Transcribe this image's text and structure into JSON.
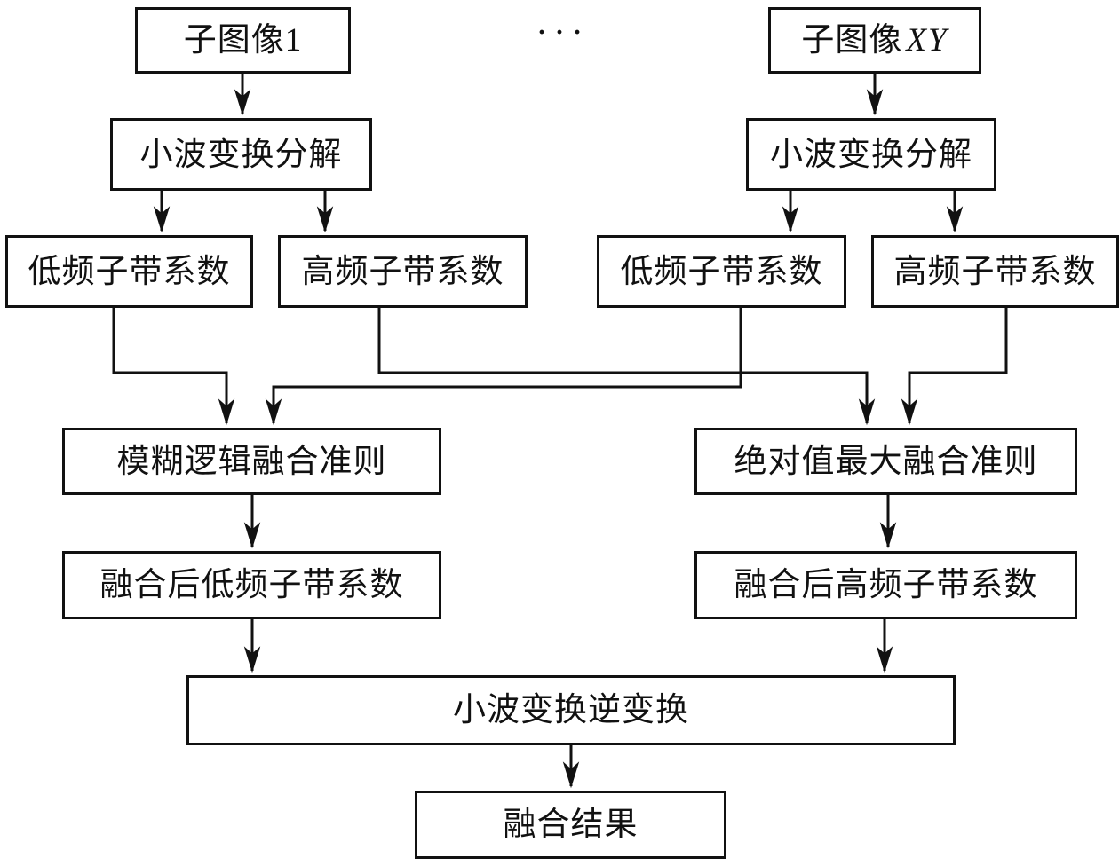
{
  "diagram": {
    "type": "flowchart",
    "nodes": {
      "sub_image_1": {
        "label": "子图像1"
      },
      "ellipsis": {
        "label": "···"
      },
      "sub_image_xy": {
        "prefix": "子图像",
        "variable": "XY"
      },
      "wavelet_decompose_1": {
        "label": "小波变换分解"
      },
      "wavelet_decompose_xy": {
        "label": "小波变换分解"
      },
      "low_freq_1": {
        "label": "低频子带系数"
      },
      "high_freq_1": {
        "label": "高频子带系数"
      },
      "low_freq_xy": {
        "label": "低频子带系数"
      },
      "high_freq_xy": {
        "label": "高频子带系数"
      },
      "fuzzy_logic_fusion": {
        "label": "模糊逻辑融合准则"
      },
      "abs_max_fusion": {
        "label": "绝对值最大融合准则"
      },
      "fused_low_freq": {
        "label": "融合后低频子带系数"
      },
      "fused_high_freq": {
        "label": "融合后高频子带系数"
      },
      "inverse_wavelet": {
        "label": "小波变换逆变换"
      },
      "fusion_result": {
        "label": "融合结果"
      }
    },
    "edges": [
      {
        "from": "sub_image_1",
        "to": "wavelet_decompose_1"
      },
      {
        "from": "sub_image_xy",
        "to": "wavelet_decompose_xy"
      },
      {
        "from": "wavelet_decompose_1",
        "to": "low_freq_1"
      },
      {
        "from": "wavelet_decompose_1",
        "to": "high_freq_1"
      },
      {
        "from": "wavelet_decompose_xy",
        "to": "low_freq_xy"
      },
      {
        "from": "wavelet_decompose_xy",
        "to": "high_freq_xy"
      },
      {
        "from": "low_freq_1",
        "to": "fuzzy_logic_fusion"
      },
      {
        "from": "low_freq_xy",
        "to": "fuzzy_logic_fusion"
      },
      {
        "from": "high_freq_1",
        "to": "abs_max_fusion"
      },
      {
        "from": "high_freq_xy",
        "to": "abs_max_fusion"
      },
      {
        "from": "fuzzy_logic_fusion",
        "to": "fused_low_freq"
      },
      {
        "from": "abs_max_fusion",
        "to": "fused_high_freq"
      },
      {
        "from": "fused_low_freq",
        "to": "inverse_wavelet"
      },
      {
        "from": "fused_high_freq",
        "to": "inverse_wavelet"
      },
      {
        "from": "inverse_wavelet",
        "to": "fusion_result"
      }
    ],
    "colors": {
      "background": "#ffffff",
      "box_border": "#111111",
      "line": "#111111",
      "text": "#111111"
    }
  }
}
